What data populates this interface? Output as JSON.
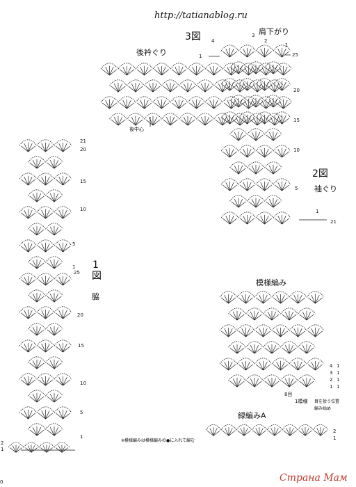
{
  "header": {
    "url": "http://tatianablog.ru"
  },
  "fig3": {
    "number": "3図",
    "shoulder_label": "肩下がり",
    "neck_label": "後衿ぐり",
    "center_label": "後中心",
    "top_rows": [
      "4",
      "3",
      "2",
      "1"
    ],
    "left_row": "1",
    "right_rows": [
      "25",
      "20",
      "15",
      "10",
      "5",
      "1",
      "21"
    ]
  },
  "fig2": {
    "number": "2図",
    "label": "袖ぐり"
  },
  "fig1": {
    "number": "1",
    "number_suffix": "図",
    "label": "脇",
    "rows": [
      "21",
      "20",
      "15",
      "10",
      "5",
      "1",
      "25",
      "20",
      "15",
      "10",
      "5",
      "1"
    ],
    "bottom_left_rows": [
      "2",
      "1"
    ]
  },
  "pattern": {
    "title": "模様編み",
    "rows": [
      "4",
      "3",
      "2",
      "1"
    ],
    "side_counts": [
      "1",
      "1",
      "1",
      "1"
    ],
    "bottom_row": "8目",
    "bottom_row2": "1模様",
    "legend_a": "目を拾う位置",
    "legend_b": "編み始め"
  },
  "edging": {
    "title": "緑編みA",
    "rows": [
      "2",
      "1"
    ]
  },
  "note": "※模様編みは模様編みの●に入れて編む",
  "page_number": "0",
  "watermark": "Страна Мам"
}
